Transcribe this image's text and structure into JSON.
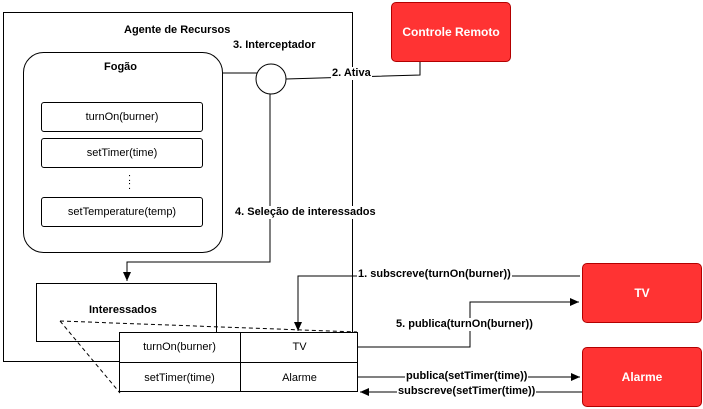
{
  "agent": {
    "title": "Agente de Recursos"
  },
  "stove": {
    "title": "Fogão",
    "methods": [
      "turnOn(burner)",
      "setTimer(time)",
      "setTemperature(temp)"
    ],
    "ellipsis": ":"
  },
  "interessados": {
    "title": "Interessados",
    "table": [
      [
        "turnOn(burner)",
        "TV"
      ],
      [
        "setTimer(time)",
        "Alarme"
      ]
    ]
  },
  "devices": {
    "remote": "Controle Remoto",
    "tv": "TV",
    "alarm": "Alarme"
  },
  "steps": {
    "s1": "1. subscreve(turnOn(burner))",
    "s2": "2. Ativa",
    "s3": "3. Interceptador",
    "s4": "4. Seleção de interessados",
    "s5": "5. publica(turnOn(burner))",
    "pub_timer": "publica(setTimer(time))",
    "sub_timer": "subscreve(setTimer(time))"
  },
  "colors": {
    "device_fill": "#ff3333",
    "device_stroke": "#b20000"
  }
}
